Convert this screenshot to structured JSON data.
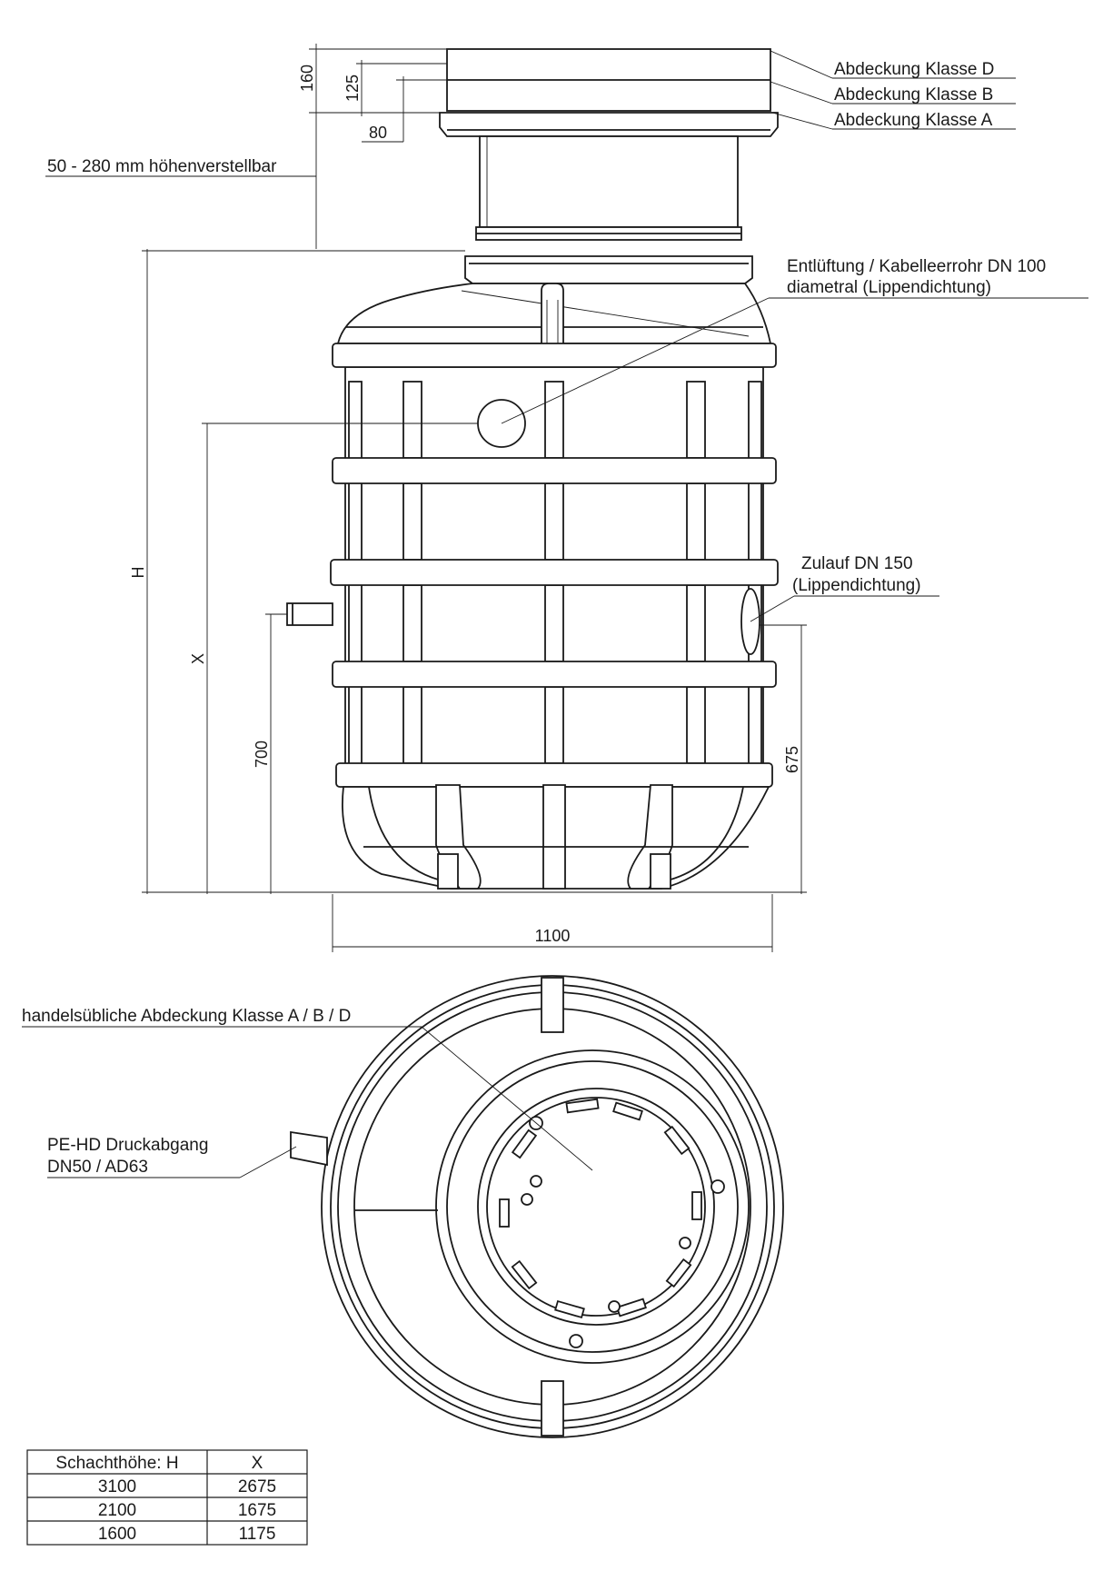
{
  "labels": {
    "cover_d": "Abdeckung Klasse D",
    "cover_b": "Abdeckung Klasse B",
    "cover_a": "Abdeckung Klasse A",
    "height_adjustable": "50 - 280 mm höhenverstellbar",
    "vent_line1": "Entlüftung / Kabelleerrohr DN 100",
    "vent_line2": "diametral (Lippendichtung)",
    "inlet_line1": "Zulauf DN 150",
    "inlet_line2": "(Lippendichtung)",
    "commercial_cover": "handelsübliche Abdeckung Klasse A / B / D",
    "outlet_line1": "PE-HD Druckabgang",
    "outlet_line2": "DN50 / AD63"
  },
  "dimensions": {
    "d160": "160",
    "d125": "125",
    "d80": "80",
    "h": "H",
    "x": "X",
    "d700": "700",
    "d675": "675",
    "d1100": "1100"
  },
  "table": {
    "headers": [
      "Schachthöhe: H",
      "X"
    ],
    "rows": [
      [
        "3100",
        "2675"
      ],
      [
        "2100",
        "1675"
      ],
      [
        "1600",
        "1175"
      ]
    ]
  }
}
